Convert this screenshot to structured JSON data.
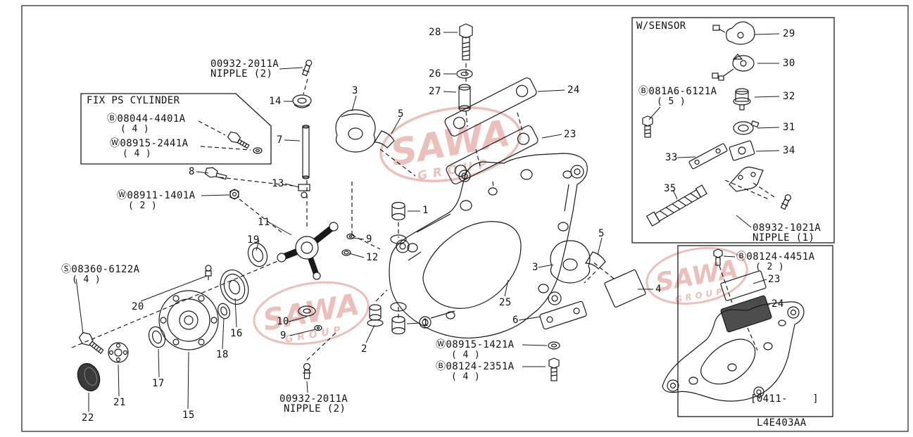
{
  "meta": {
    "footer_code": "L4E403AA",
    "date_range": "[0411-    ]"
  },
  "watermark": {
    "line1": "SAWA",
    "line2": "GROUP"
  },
  "boxes": {
    "fix_ps": {
      "title": "FIX PS CYLINDER",
      "row1_code": "Ⓑ08044-4401A",
      "row1_qty": "( 4 )",
      "row2_code": "Ⓦ08915-2441A",
      "row2_qty": "( 4 )"
    },
    "w_sensor": {
      "title": "W/SENSOR"
    }
  },
  "part_codes": {
    "nipple_top_line1": "00932-2011A",
    "nipple_top_line2": "NIPPLE (2)",
    "nipple_bottom_line1": "00932-2011A",
    "nipple_bottom_line2": "NIPPLE (2)",
    "nipple_sensor_line1": "08932-1021A",
    "nipple_sensor_line2": "NIPPLE (1)",
    "w08911_code": "Ⓦ08911-1401A",
    "w08911_qty": "( 2 )",
    "s08360_code": "Ⓢ08360-6122A",
    "s08360_qty": "( 4 )",
    "w08915_code": "Ⓦ08915-1421A",
    "w08915_qty": "( 4 )",
    "b08124_2351_code": "Ⓑ08124-2351A",
    "b08124_2351_qty": "( 4 )",
    "b081a6_code": "Ⓑ081A6-6121A",
    "b081a6_qty": "( 5 )",
    "b08124_4451_code": "Ⓑ08124-4451A",
    "b08124_4451_qty": "( 2 )"
  },
  "callouts": {
    "c1a": "1",
    "c1b": "1",
    "c2": "2",
    "c3a": "3",
    "c3b": "3",
    "c4": "4",
    "c5a": "5",
    "c5b": "5",
    "c6": "6",
    "c7": "7",
    "c8": "8",
    "c9a": "9",
    "c9b": "9",
    "c10": "10",
    "c11": "11",
    "c12": "12",
    "c13": "13",
    "c14": "14",
    "c15": "15",
    "c16": "16",
    "c17": "17",
    "c18": "18",
    "c19": "19",
    "c20": "20",
    "c21": "21",
    "c22": "22",
    "c23a": "23",
    "c23b": "23",
    "c24a": "24",
    "c24b": "24",
    "c25": "25",
    "c26": "26",
    "c27": "27",
    "c28": "28",
    "c29": "29",
    "c30": "30",
    "c31": "31",
    "c32": "32",
    "c33": "33",
    "c34": "34",
    "c35": "35"
  }
}
